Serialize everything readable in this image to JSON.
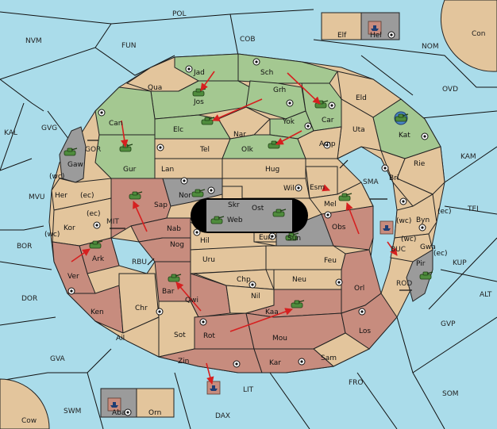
{
  "colors": {
    "sea": "#aadcea",
    "neutral": "#e3c59c",
    "green": "#a4c891",
    "red": "#c78c7e",
    "grey": "#9b9b9b",
    "unit": "#4f8c3d",
    "arrow": "#d62020"
  },
  "seas": {
    "pol": "POL",
    "nvm": "NVM",
    "fun": "FUN",
    "cob": "COB",
    "nom": "NOM",
    "con": "Con",
    "ovd": "OVD",
    "kal": "KAL",
    "gvg": "GVG",
    "gor": "GOR",
    "mvu": "MVU",
    "mit": "MIT",
    "bor": "BOR",
    "rbu": "RBU",
    "dor": "DOR",
    "gva": "GVA",
    "swm": "SWM",
    "cow": "Cow",
    "dax": "DAX",
    "lit": "LIT",
    "fro": "FRO",
    "som": "SOM",
    "gvp": "GVP",
    "alt": "ALT",
    "kup": "KUP",
    "tei": "TEI",
    "kam": "KAM",
    "sma": "SMA",
    "rod": "ROD",
    "buc": "BUC"
  },
  "provinces": {
    "jad": "Jad",
    "sch": "Sch",
    "qua": "Qua",
    "jos": "Jos",
    "grh": "Grh",
    "car": "Car",
    "eld": "Eld",
    "can": "Can",
    "elc": "Elc",
    "nar": "Nar",
    "yok": "Yok",
    "uta": "Uta",
    "kat": "Kat",
    "gur": "Gur",
    "tel": "Tel",
    "olk": "Olk",
    "amp": "Amp",
    "lan": "Lan",
    "hug": "Hug",
    "rie": "Rie",
    "gaw": "Gaw",
    "bri": "Bri",
    "her": "Her",
    "sap": "Sap",
    "nor": "Nor",
    "skr": "Skr",
    "ost": "Ost",
    "wil": "Wil",
    "esm": "Esm",
    "mel": "Mel",
    "byn": "Byn",
    "kor": "Kor",
    "nab": "Nab",
    "web": "Web",
    "eun": "Eun",
    "sun": "Sun",
    "obs": "Obs",
    "gwa": "Gwa",
    "hil": "Hil",
    "nog": "Nog",
    "ark": "Ark",
    "uru": "Uru",
    "feu": "Feu",
    "pir": "Pir",
    "ver": "Ver",
    "chp": "Chp",
    "neu": "Neu",
    "orl": "Orl",
    "bar": "Bar",
    "qwi": "Qwi",
    "nil": "Nil",
    "ken": "Ken",
    "chr": "Chr",
    "kaa": "Kaa",
    "ail": "Ail",
    "sot": "Sot",
    "rot": "Rot",
    "mou": "Mou",
    "los": "Los",
    "sam": "Sam",
    "zin": "Zin",
    "kar": "Kar",
    "elf": "Elf",
    "hel": "Hel",
    "aba": "Aba",
    "orn": "Orn"
  },
  "coast_notes": {
    "wc_her": "(wc)",
    "ec_her": "(ec)",
    "ec_kor": "(ec)",
    "wc_kor": "(wc)",
    "wc_byn": "(wc)",
    "ec_byn": "(ec)",
    "wc_gwa": "(wc)",
    "ec_gwa": "(ec)"
  }
}
